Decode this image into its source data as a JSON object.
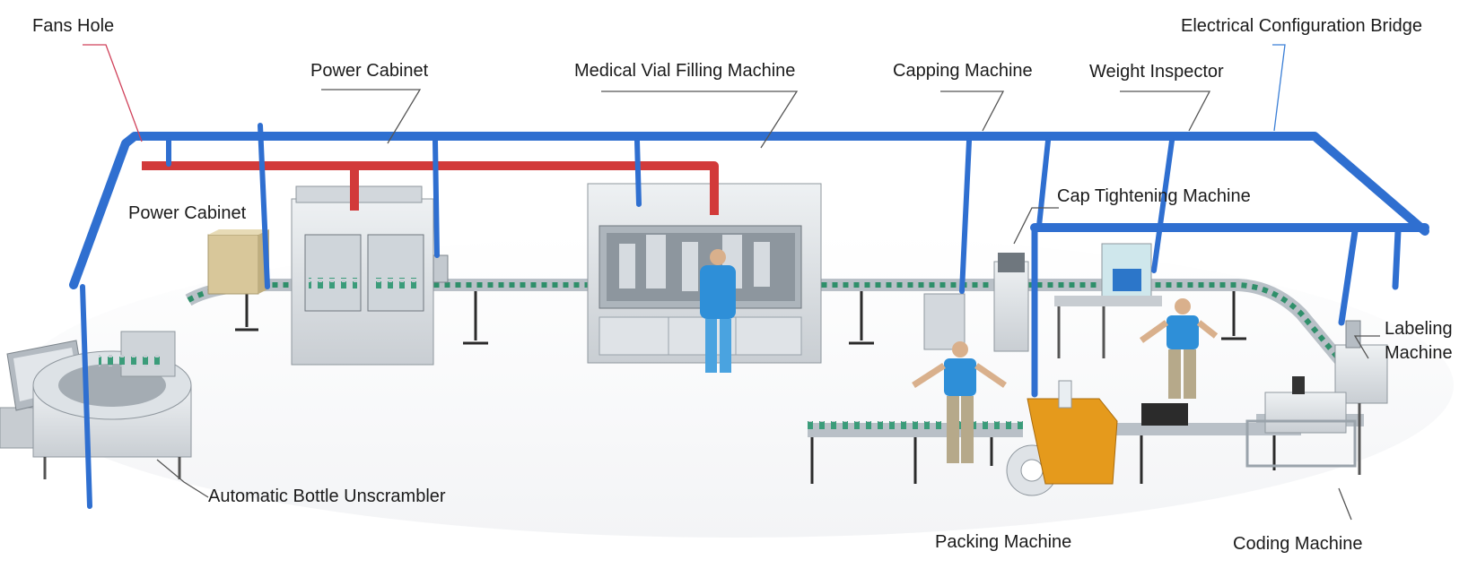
{
  "labels": {
    "fans_hole": "Fans Hole",
    "power_cabinet_top": "Power Cabinet",
    "medical_vial_filling": "Medical Vial Filling Machine",
    "capping": "Capping Machine",
    "weight_inspector": "Weight Inspector",
    "electrical_bridge": "Electrical Configuration Bridge",
    "power_cabinet_left": "Power Cabinet",
    "cap_tightening": "Cap Tightening Machine",
    "labeling_line1": "Labeling",
    "labeling_line2": "Machine",
    "bottle_unscrambler": "Automatic Bottle Unscrambler",
    "packing": "Packing Machine",
    "coding": "Coding Machine"
  },
  "colors": {
    "bridge_blue": "#2f6fd0",
    "pipe_red": "#d23a3a",
    "steel": "#d9dde1",
    "steel_dark": "#9aa3ab",
    "shirt_blue": "#2e8fd8",
    "packing_orange": "#e59a1c",
    "leader_line": "#555555",
    "fans_leader": "#d0415a",
    "bridge_leader": "#3b7fd6"
  }
}
